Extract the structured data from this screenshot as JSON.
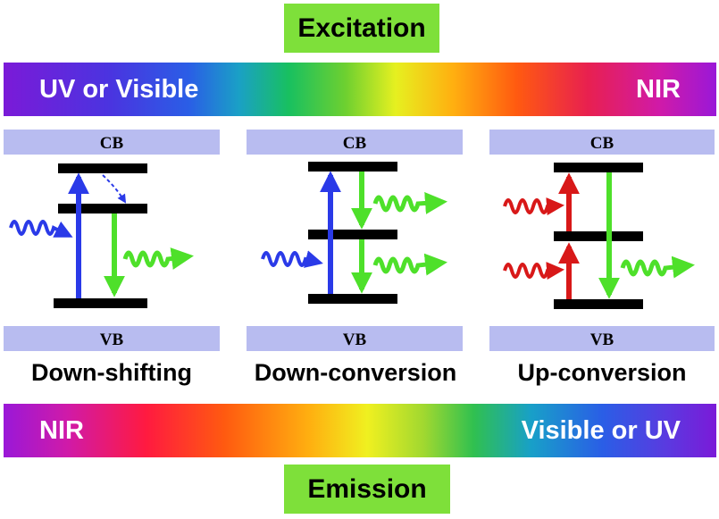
{
  "excitation_label": "Excitation",
  "emission_label": "Emission",
  "excitation_band": {
    "left": "UV or Visible",
    "right": "NIR"
  },
  "emission_band": {
    "left": "NIR",
    "right": "Visible or UV"
  },
  "bands": {
    "cb": "CB",
    "vb": "VB"
  },
  "panels": [
    {
      "caption": "Down-shifting"
    },
    {
      "caption": "Down-conversion"
    },
    {
      "caption": "Up-conversion"
    }
  ],
  "colors": {
    "label_bg": "#7ee03a",
    "band_box": "#b8bcf0",
    "blue": "#2a3ae8",
    "green": "#4ee02a",
    "red": "#d81818",
    "level": "#000000"
  }
}
